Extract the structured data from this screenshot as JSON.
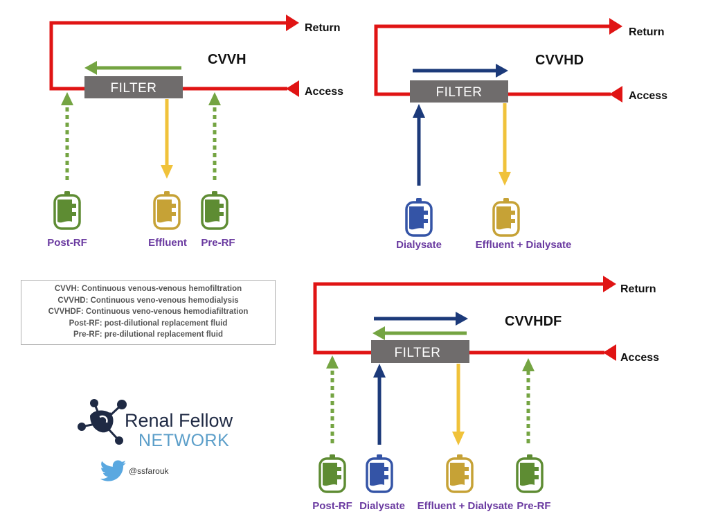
{
  "panels": [
    {
      "id": "cvvh",
      "title": "CVVH",
      "filter_label": "FILTER",
      "return_label": "Return",
      "access_label": "Access",
      "bags": [
        {
          "label": "Post-RF",
          "fluid": "replacement"
        },
        {
          "label": "Effluent",
          "fluid": "effluent"
        },
        {
          "label": "Pre-RF",
          "fluid": "replacement"
        }
      ]
    },
    {
      "id": "cvvhd",
      "title": "CVVHD",
      "filter_label": "FILTER",
      "return_label": "Return",
      "access_label": "Access",
      "bags": [
        {
          "label": "Dialysate",
          "fluid": "dialysate"
        },
        {
          "label": "Effluent + Dialysate",
          "fluid": "effluent"
        }
      ]
    },
    {
      "id": "cvvhdf",
      "title": "CVVHDF",
      "filter_label": "FILTER",
      "return_label": "Return",
      "access_label": "Access",
      "bags": [
        {
          "label": "Post-RF",
          "fluid": "replacement"
        },
        {
          "label": "Dialysate",
          "fluid": "dialysate"
        },
        {
          "label": "Effluent + Dialysate",
          "fluid": "effluent"
        },
        {
          "label": "Pre-RF",
          "fluid": "replacement"
        }
      ]
    }
  ],
  "legend": [
    "CVVH: Continuous venous-venous hemofiltration",
    "CVVHD: Continuous veno-venous hemodialysis",
    "CVVHDF: Continuous veno-venous hemodiafiltration",
    "Post-RF: post-dilutional replacement fluid",
    "Pre-RF: pre-dilutional replacement fluid"
  ],
  "brand": {
    "name_line1": "Renal Fellow",
    "name_line2": "NETWORK",
    "twitter_handle": "@ssfarouk",
    "icons": [
      "network-logo-icon",
      "twitter-bird-icon"
    ]
  },
  "colors": {
    "blood_line": "#e01414",
    "filter": "#6f6c6c",
    "replacement": "#74a442",
    "dialysate": "#1c3a7a",
    "effluent": "#f0c23a",
    "bag_replacement": "#5e8c33",
    "bag_dialysate": "#3454a6",
    "bag_effluent": "#c6a236",
    "bag_label": "#6a3aa0"
  }
}
